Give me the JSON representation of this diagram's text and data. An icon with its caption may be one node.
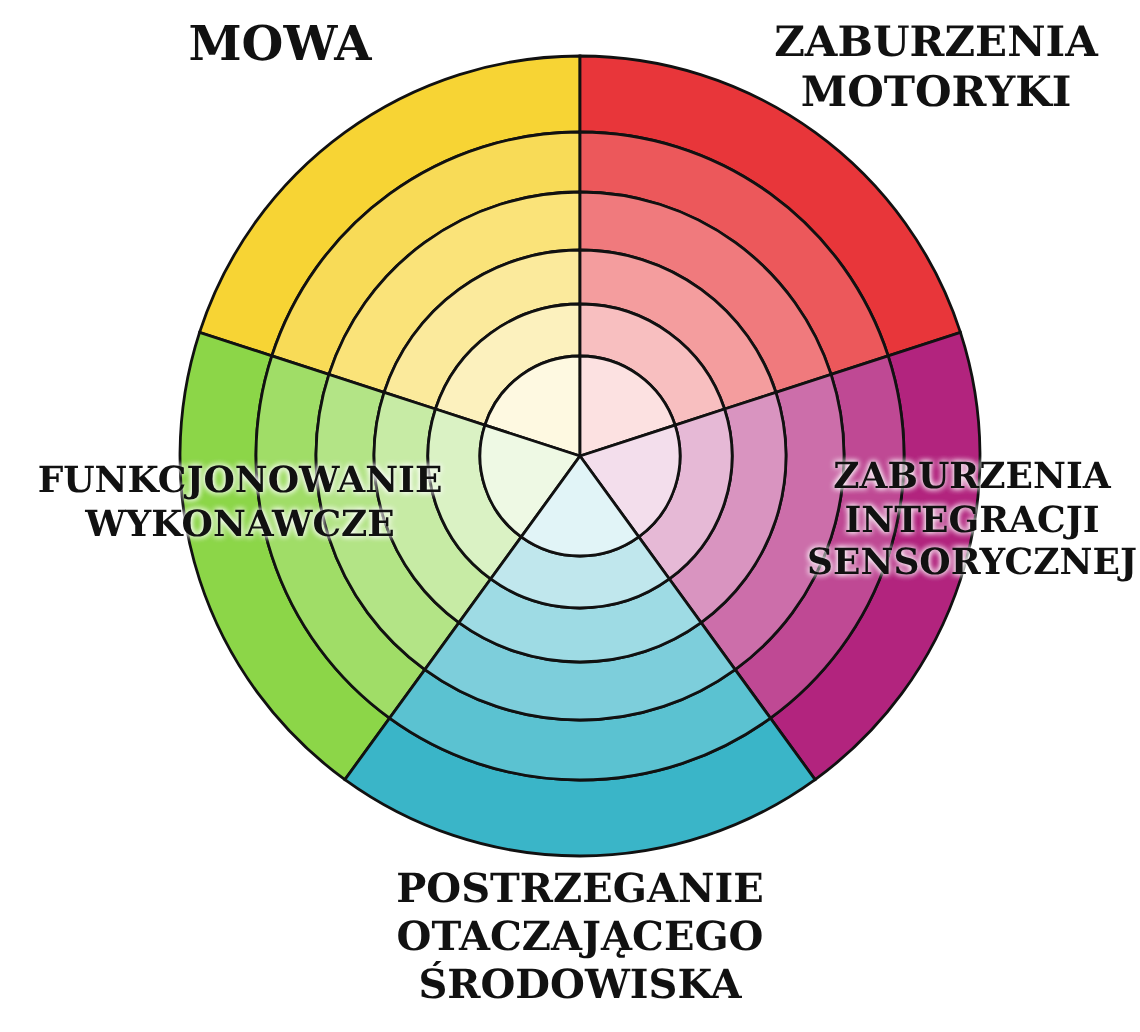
{
  "diagram": {
    "labels": [
      "MOWA",
      "ZABURZENIA MOTORYKI",
      "FUNKCJONOWANIE WYKONAWCZE",
      "ZABURZENIA INTEGRACJI SENSORYCZNEJ",
      "POSTRZEGANIE OTACZAJĄCEGO ŚRODOWISKA"
    ]
  }
}
